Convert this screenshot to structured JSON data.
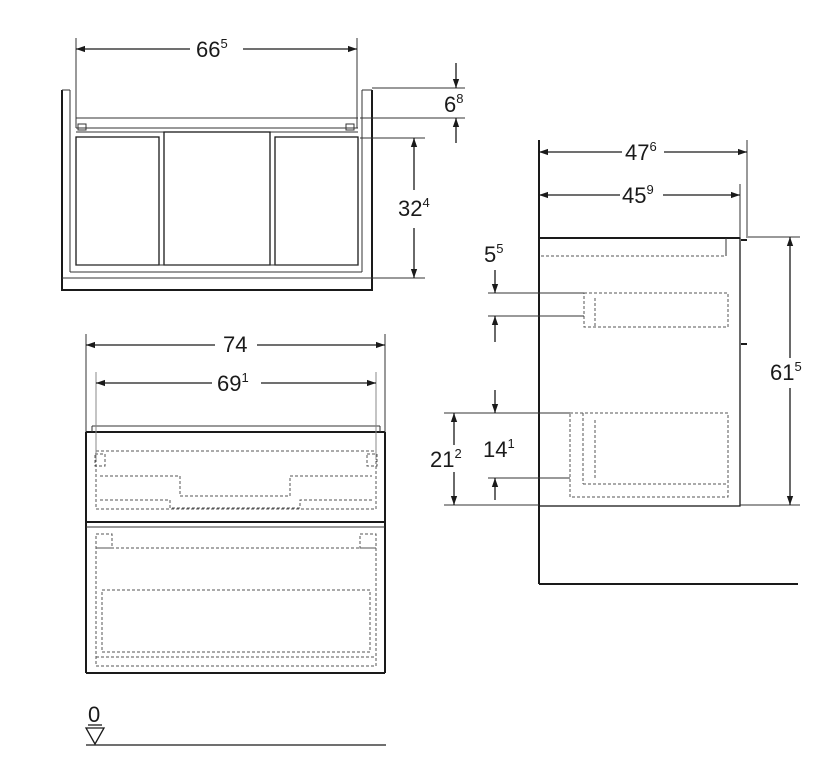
{
  "dimensions": {
    "top_width": {
      "main": "66",
      "sup": "5"
    },
    "top_gap": {
      "main": "6",
      "sup": "8"
    },
    "top_depth": {
      "main": "32",
      "sup": "4"
    },
    "front_outer": {
      "main": "74",
      "sup": ""
    },
    "front_inner": {
      "main": "69",
      "sup": "1"
    },
    "side_outer_depth": {
      "main": "47",
      "sup": "6"
    },
    "side_inner_depth": {
      "main": "45",
      "sup": "9"
    },
    "side_top_offset": {
      "main": "5",
      "sup": "5"
    },
    "side_height": {
      "main": "61",
      "sup": "5"
    },
    "side_lower_height": {
      "main": "21",
      "sup": "2"
    },
    "side_drawer_height": {
      "main": "14",
      "sup": "1"
    },
    "floor_level": {
      "main": "0",
      "sup": ""
    }
  }
}
